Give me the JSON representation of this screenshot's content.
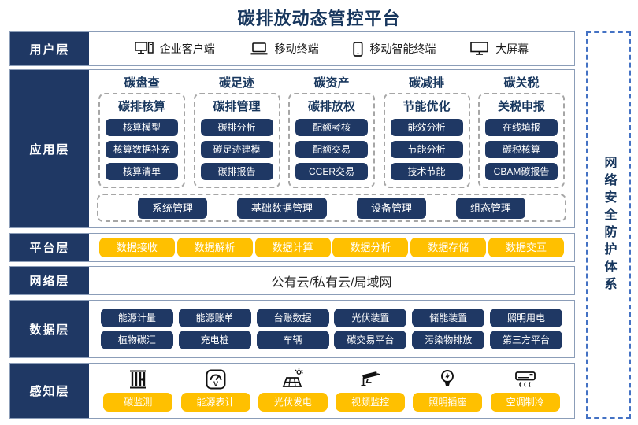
{
  "title": "碳排放动态管控平台",
  "security": {
    "label": "网络安全防护体系"
  },
  "user_layer": {
    "label": "用户层",
    "items": [
      {
        "icon": "desktop-pc-icon",
        "label": "企业客户端"
      },
      {
        "icon": "laptop-icon",
        "label": "移动终端"
      },
      {
        "icon": "smartphone-icon",
        "label": "移动智能终端"
      },
      {
        "icon": "big-screen-icon",
        "label": "大屏幕"
      }
    ]
  },
  "app_layer": {
    "label": "应用层",
    "columns": [
      {
        "header": "碳盘查",
        "sub": "碳排核算",
        "items": [
          "核算模型",
          "核算数据补充",
          "核算清单"
        ]
      },
      {
        "header": "碳足迹",
        "sub": "碳排管理",
        "items": [
          "碳排分析",
          "碳足迹建模",
          "碳排报告"
        ]
      },
      {
        "header": "碳资产",
        "sub": "碳排放权",
        "items": [
          "配额考核",
          "配额交易",
          "CCER交易"
        ]
      },
      {
        "header": "碳减排",
        "sub": "节能优化",
        "items": [
          "能效分析",
          "节能分析",
          "技术节能"
        ]
      },
      {
        "header": "碳关税",
        "sub": "关税申报",
        "items": [
          "在线填报",
          "碳税核算",
          "CBAM碳报告"
        ]
      }
    ],
    "common": [
      "系统管理",
      "基础数据管理",
      "设备管理",
      "组态管理"
    ]
  },
  "platform_layer": {
    "label": "平台层",
    "items": [
      "数据接收",
      "数据解析",
      "数据计算",
      "数据分析",
      "数据存储",
      "数据交互"
    ]
  },
  "network_layer": {
    "label": "网络层",
    "content": "公有云/私有云/局域网"
  },
  "data_layer": {
    "label": "数据层",
    "row1": [
      "能源计量",
      "能源账单",
      "台账数据",
      "光伏装置",
      "储能装置",
      "照明用电"
    ],
    "row2": [
      "植物碳汇",
      "充电桩",
      "车辆",
      "碳交易平台",
      "污染物排放",
      "第三方平台"
    ]
  },
  "perception_layer": {
    "label": "感知层",
    "items": [
      {
        "icon": "emission-monitor-icon",
        "label": "碳监测"
      },
      {
        "icon": "energy-meter-icon",
        "label": "能源表计"
      },
      {
        "icon": "solar-panel-icon",
        "label": "光伏发电"
      },
      {
        "icon": "cctv-camera-icon",
        "label": "视频监控"
      },
      {
        "icon": "lightbulb-icon",
        "label": "照明插座"
      },
      {
        "icon": "air-conditioner-icon",
        "label": "空调制冷"
      }
    ]
  },
  "colors": {
    "navy": "#1f3864",
    "title_navy": "#17365d",
    "yellow": "#ffc000",
    "layer_border": "#8b9db8",
    "dashed_gray": "#a6a6a6",
    "dashed_blue": "#4472c4"
  }
}
